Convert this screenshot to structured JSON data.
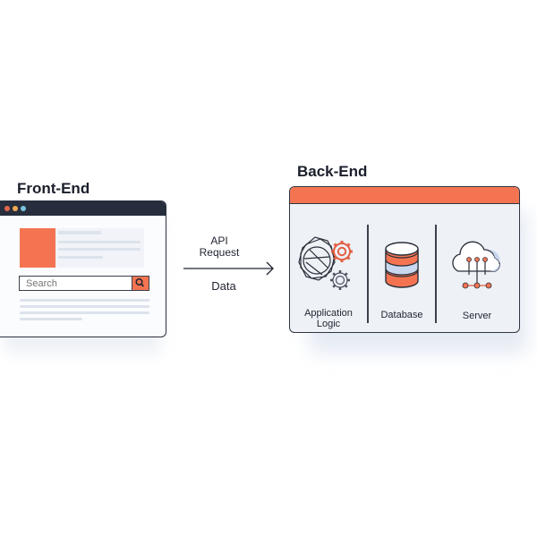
{
  "front_end": {
    "title": "Front-End",
    "window_dots": [
      "#e0674a",
      "#f0a855",
      "#7cc3e0"
    ],
    "search": {
      "placeholder": "Search",
      "button_icon": "search-icon"
    },
    "colors": {
      "titlebar": "#262e3d",
      "accent": "#f47452"
    }
  },
  "connection": {
    "request_label_line1": "API",
    "request_label_line2": "Request",
    "response_label": "Data",
    "arrow_icon": "arrow-right-icon"
  },
  "back_end": {
    "title": "Back-End",
    "colors": {
      "titlebar": "#f47452",
      "panel": "#eef1f6"
    },
    "components": [
      {
        "label_line1": "Application",
        "label_line2": "Logic",
        "icon": "gears-icon"
      },
      {
        "label": "Database",
        "icon": "database-icon"
      },
      {
        "label": "Server",
        "icon": "cloud-server-icon"
      }
    ]
  }
}
